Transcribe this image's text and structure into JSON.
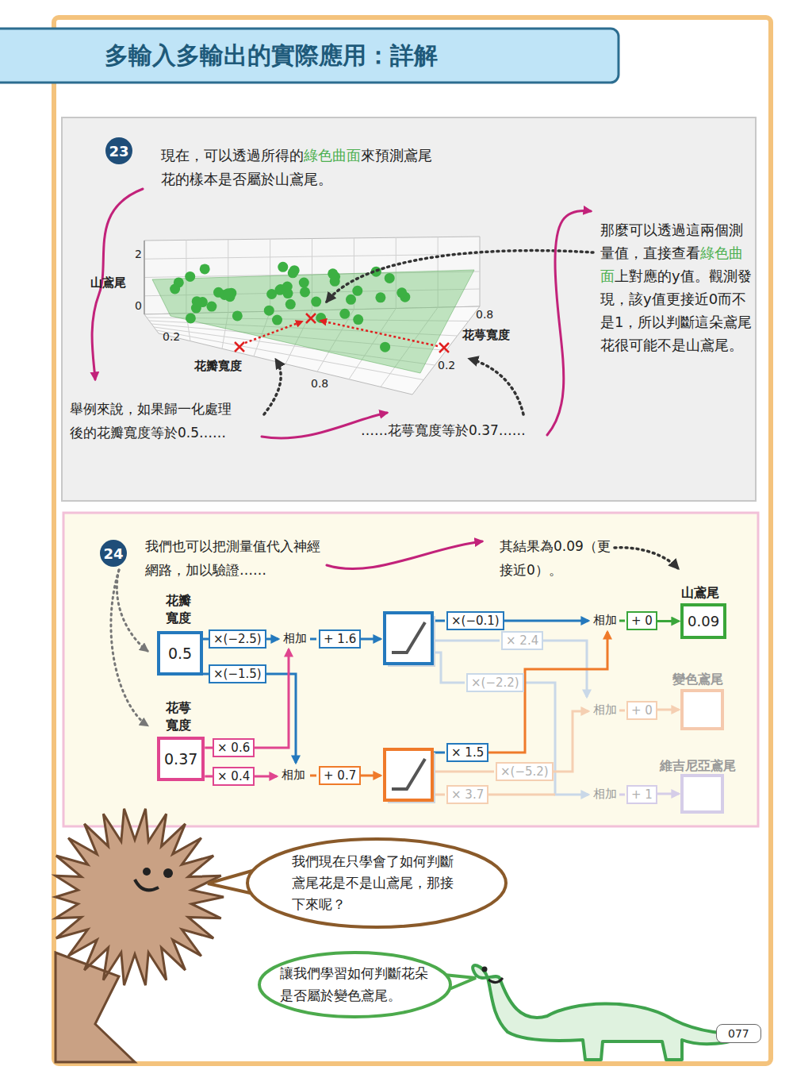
{
  "diagram": {
    "title": "多輸入多輸出的實際應用：詳解",
    "nodes": [
      {
        "text": [
          "23"
        ]
      },
      {
        "text": [
          "24"
        ]
      },
      {
        "text": [
          "花瓣寬度",
          "0.5"
        ]
      },
      {
        "text": [
          "花萼寬度",
          "0.37"
        ]
      },
      {
        "text": [
          "×(−2.5)"
        ]
      },
      {
        "text": [
          "×(−1.5)"
        ]
      },
      {
        "text": [
          "× 0.6"
        ]
      },
      {
        "text": [
          "× 0.4"
        ]
      },
      {
        "text": [
          "+ 1.6"
        ]
      },
      {
        "text": [
          "+ 0.7"
        ]
      },
      {
        "text": [
          "×(−0.1)"
        ]
      },
      {
        "text": [
          "× 2.4"
        ]
      },
      {
        "text": [
          "×(−2.2)"
        ]
      },
      {
        "text": [
          "× 1.5"
        ]
      },
      {
        "text": [
          "×(−5.2)"
        ]
      },
      {
        "text": [
          "× 3.7"
        ]
      },
      {
        "text": [
          "+ 0"
        ]
      },
      {
        "text": [
          "+ 0"
        ]
      },
      {
        "text": [
          "+ 1"
        ]
      },
      {
        "text": [
          "山鳶尾",
          "0.09"
        ]
      },
      {
        "text": [
          "變色鳶尾"
        ]
      },
      {
        "text": [
          "維吉尼亞鳶尾"
        ]
      },
      {
        "text": [
          "我們現在只學會了如何判斷鳶尾花是不是山鳶尾，那接下來呢？"
        ]
      },
      {
        "text": [
          "讓我們學習如何判斷花朵是否屬於變色鳶尾。"
        ]
      },
      {
        "text": [
          "077"
        ]
      }
    ],
    "edges": [
      {
        "from": 2,
        "to": 4,
        "arrow": "none"
      },
      {
        "from": 2,
        "to": 5,
        "arrow": "none"
      },
      {
        "from": 3,
        "to": 6,
        "arrow": "none"
      },
      {
        "from": 3,
        "to": 7,
        "arrow": "none"
      },
      {
        "from": 16,
        "to": 19,
        "arrow": "to"
      },
      {
        "from": 17,
        "to": 20,
        "arrow": "to"
      },
      {
        "from": 18,
        "to": 21,
        "arrow": "to"
      }
    ],
    "labels": [
      "現在，可以透過所得的",
      "綠色曲面",
      "來預測鳶尾花的樣本是否屬於山鳶尾。",
      "山鳶尾",
      "2",
      "0",
      "0.2",
      "花瓣寬度",
      "0.8",
      "0.8",
      "花萼寬度",
      "0.2",
      "那麼可以透過這兩個測量值，直接查看",
      "綠色曲面",
      "上對應的y值。觀測發現，該y值更接近0而不是1，所以判斷這朵鳶尾花很可能不是山鳶尾。",
      "舉例來說，如果歸一化處理後的花瓣寬度等於0.5……",
      "……花萼寬度等於0.37……",
      "我們也可以把測量值代入神經網路，加以驗證……",
      "其結果為0.09（更接近0）。",
      "相加",
      "相加",
      "相加",
      "相加",
      "相加"
    ]
  }
}
